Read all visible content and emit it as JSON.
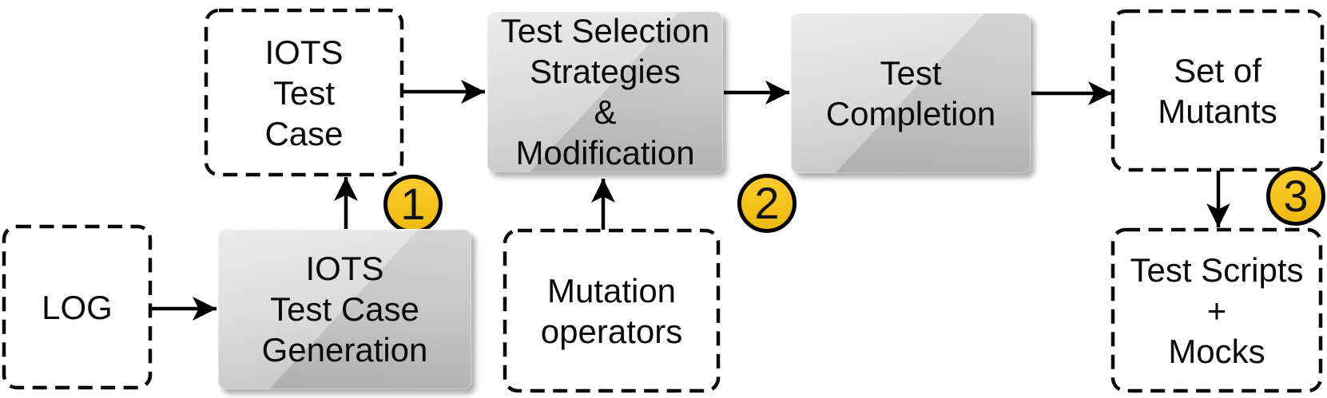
{
  "diagram": {
    "nodes": [
      {
        "id": "log",
        "style": "dashed",
        "lines": [
          "LOG"
        ]
      },
      {
        "id": "iots-test-case",
        "style": "dashed",
        "lines": [
          "IOTS",
          "Test",
          "Case"
        ]
      },
      {
        "id": "iots-test-case-generation",
        "style": "solid",
        "lines": [
          "IOTS",
          "Test Case",
          "Generation"
        ]
      },
      {
        "id": "test-selection-strategies-modification",
        "style": "solid",
        "lines": [
          "Test Selection",
          "Strategies",
          "&",
          "Modification"
        ]
      },
      {
        "id": "mutation-operators",
        "style": "dashed",
        "lines": [
          "Mutation",
          "operators"
        ]
      },
      {
        "id": "test-completion",
        "style": "solid",
        "lines": [
          "Test",
          "Completion"
        ]
      },
      {
        "id": "set-of-mutants",
        "style": "dashed",
        "lines": [
          "Set of",
          "Mutants"
        ]
      },
      {
        "id": "test-scripts-mocks",
        "style": "dashed",
        "lines": [
          "Test Scripts",
          "+",
          "Mocks"
        ]
      }
    ],
    "badges": [
      {
        "label": "1"
      },
      {
        "label": "2"
      },
      {
        "label": "3"
      }
    ],
    "connections": [
      {
        "from": "log",
        "to": "iots-test-case-generation"
      },
      {
        "from": "iots-test-case-generation",
        "to": "iots-test-case"
      },
      {
        "from": "iots-test-case",
        "to": "test-selection-strategies-modification"
      },
      {
        "from": "mutation-operators",
        "to": "test-selection-strategies-modification"
      },
      {
        "from": "test-selection-strategies-modification",
        "to": "test-completion"
      },
      {
        "from": "test-completion",
        "to": "set-of-mutants"
      },
      {
        "from": "set-of-mutants",
        "to": "test-scripts-mocks"
      }
    ],
    "colors": {
      "badge_fill": "#F5C41E",
      "badge_border": "#000000",
      "arrow": "#000000",
      "dashed_border": "#0A0A0A",
      "solid_box_top": "#DCDCDC",
      "solid_box_bottom": "#B6B6B6"
    }
  }
}
